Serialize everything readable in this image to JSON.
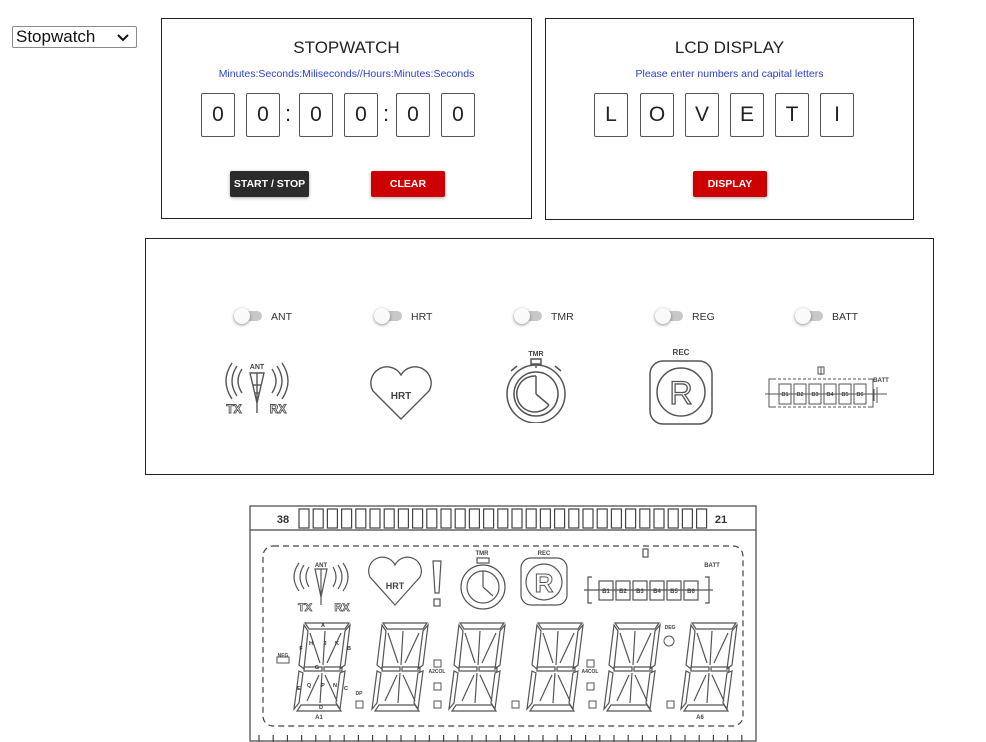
{
  "mode_select": {
    "value": "Stopwatch"
  },
  "stopwatch": {
    "title": "STOPWATCH",
    "format_hint": "Minutes:Seconds:Miliseconds//Hours:Minutes:Seconds",
    "digits": [
      "0",
      "0",
      "0",
      "0",
      "0",
      "0"
    ],
    "separator": ":",
    "start_stop_label": "START / STOP",
    "clear_label": "CLEAR"
  },
  "lcd_display": {
    "title": "LCD DISPLAY",
    "hint": "Please enter numbers and capital letters",
    "chars": [
      "L",
      "O",
      "V",
      "E",
      "T",
      "I"
    ],
    "display_label": "DISPLAY"
  },
  "indicators": [
    {
      "label": "ANT",
      "on": false,
      "icon": "antenna-icon"
    },
    {
      "label": "HRT",
      "on": false,
      "icon": "heart-icon"
    },
    {
      "label": "TMR",
      "on": false,
      "icon": "timer-icon"
    },
    {
      "label": "REG",
      "on": false,
      "icon": "registered-icon"
    },
    {
      "label": "BATT",
      "on": false,
      "icon": "battery-icon"
    }
  ],
  "icon_texts": {
    "ant": "ANT",
    "tx": "TX",
    "rx": "RX",
    "hrt": "HRT",
    "tmr": "TMR",
    "rec": "REC",
    "r": "R",
    "batt": "BATT",
    "b1": "B1",
    "b2": "B2",
    "b3": "B3",
    "b4": "B4",
    "b5": "B5",
    "b6": "B6"
  },
  "lcd_diagram": {
    "pin_left": "38",
    "pin_right": "21",
    "neg": "NEG",
    "dp": "DP",
    "a2col": "A2COL",
    "a4col": "A4COL",
    "deg": "DEG",
    "a1": "A1",
    "a6": "A6",
    "seg_letters": [
      "A",
      "F",
      "H",
      "J",
      "K",
      "B",
      "G",
      "E",
      "Q",
      "P",
      "N",
      "C",
      "D"
    ]
  },
  "colors": {
    "accent_red": "#cc0000",
    "dark_button": "#2b2b2b",
    "hint_blue": "#2a3fd6"
  }
}
